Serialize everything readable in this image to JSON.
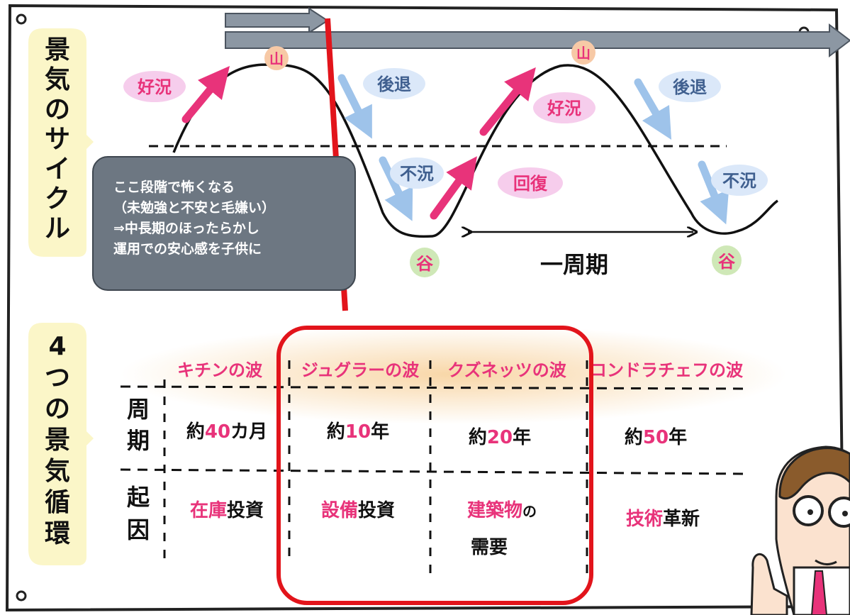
{
  "cycle_section": {
    "title_chars": [
      "景",
      "気",
      "の",
      "サ",
      "イ",
      "ク",
      "ル"
    ],
    "phase_labels": {
      "boom_1": "好況",
      "recession_1": "後退",
      "slump_1": "不況",
      "boom_2": "好況",
      "recovery": "回復",
      "recession_2": "後退",
      "slump_2": "不況"
    },
    "peak_label": "山",
    "trough_label": "谷",
    "period_label": "一周期"
  },
  "callout": {
    "lines": [
      "ここ段階で怖くなる",
      "（未勉強と不安と毛嫌い）",
      "⇒中長期のほったらかし",
      "運用での安心感を子供に"
    ]
  },
  "waves_section": {
    "title_chars": [
      "4",
      "つ",
      "の",
      "景",
      "気",
      "循",
      "環"
    ],
    "columns": [
      "キチンの波",
      "ジュグラーの波",
      "クズネッツの波",
      "コンドラチェフの波"
    ],
    "row_labels": {
      "period": [
        "周",
        "期"
      ],
      "cause": [
        "起",
        "因"
      ]
    },
    "period_row": [
      {
        "pre": "約",
        "num": "40",
        "post": "カ月"
      },
      {
        "pre": "約",
        "num": "10",
        "post": "年"
      },
      {
        "pre": "約",
        "num": "20",
        "post": "年"
      },
      {
        "pre": "約",
        "num": "50",
        "post": "年"
      }
    ],
    "cause_row": [
      {
        "hl": "在庫",
        "rest": "投資"
      },
      {
        "hl": "設備",
        "rest": "投資"
      },
      {
        "hl": "建築物",
        "rest": "の",
        "line2": "需要"
      },
      {
        "hl": "技術",
        "rest": "革新"
      }
    ]
  },
  "colors": {
    "pink": "#e8337a",
    "blue_arrow": "#9ec3ea",
    "callout_bg": "#6d7782",
    "red_marker": "#e2141b",
    "gray_arrow": "#8c97a3",
    "yellow_tab": "#fbf6c8",
    "peak_circle": "#f7c9a6",
    "trough_circle": "#cfe8b7"
  }
}
